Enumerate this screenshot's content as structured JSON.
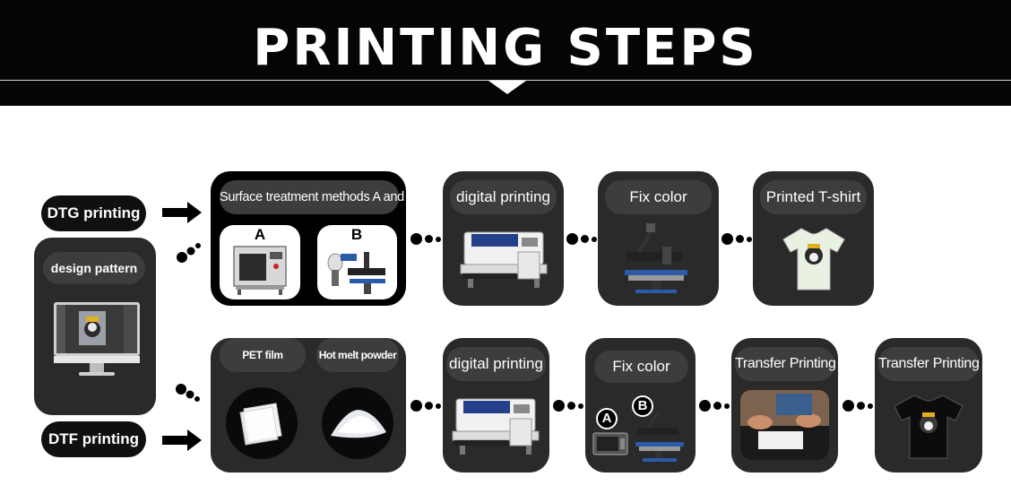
{
  "header": {
    "title": "PRINTING STEPS"
  },
  "left": {
    "dtg_label": "DTG printing",
    "dtf_label": "DTF printing",
    "design_label": "design pattern"
  },
  "dtg": {
    "surface_title": "Surface treatment methods A and B",
    "option_a": "A",
    "option_b": "B",
    "digital_printing": "digital printing",
    "fix_color": "Fix color",
    "printed_tshirt": "Printed T-shirt"
  },
  "dtf": {
    "pet_film": "PET film",
    "hot_melt_powder": "Hot melt powder",
    "digital_printing": "digital printing",
    "fix_color": "Fix color",
    "option_a": "A",
    "option_b": "B",
    "transfer_printing_1": "Transfer Printing",
    "transfer_printing_2": "Transfer Printing"
  }
}
